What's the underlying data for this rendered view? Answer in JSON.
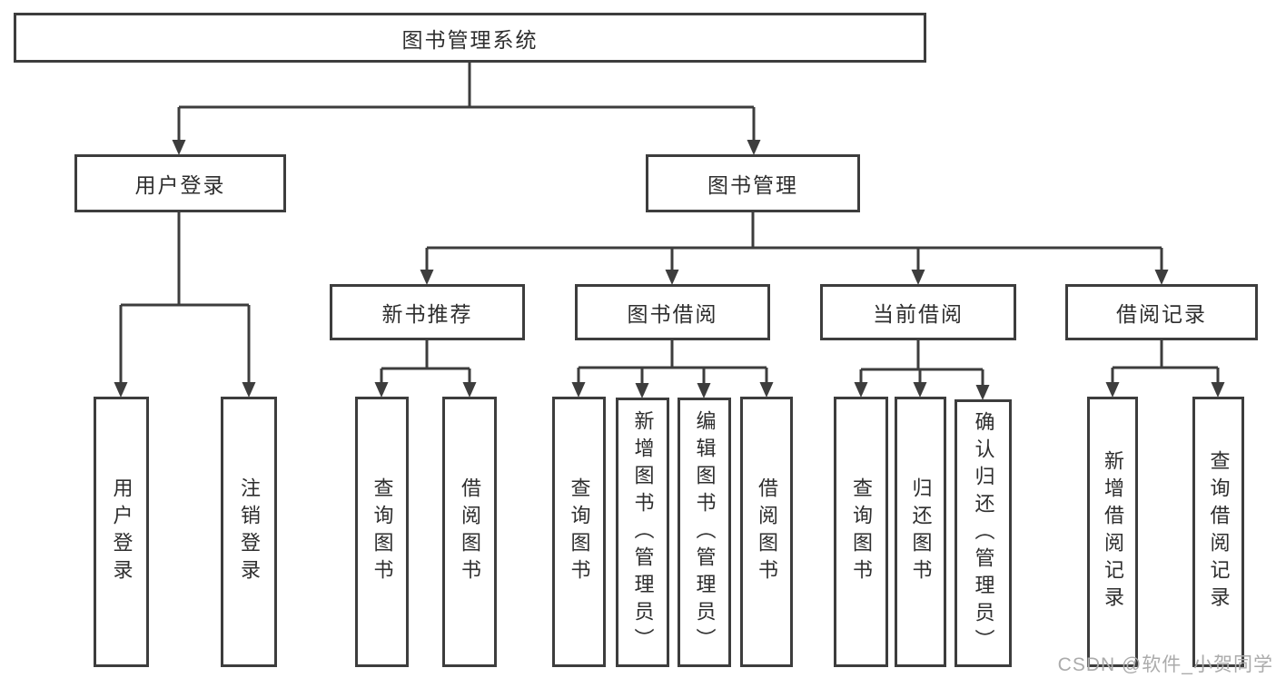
{
  "page": {
    "background": "#ffffff",
    "watermark": "CSDN @软件_小贺同学",
    "colors": {
      "line": "#3d3d3d",
      "box_border": "#3d3d3d",
      "text": "#2e2e2e",
      "watermark": "#ababab"
    }
  },
  "tree": {
    "root": {
      "label": "图书管理系统",
      "children": [
        {
          "label": "用户登录",
          "children": [
            {
              "label": "用户登录"
            },
            {
              "label": "注销登录"
            }
          ]
        },
        {
          "label": "图书管理",
          "children": [
            {
              "label": "新书推荐",
              "children": [
                {
                  "label": "查询图书"
                },
                {
                  "label": "借阅图书"
                }
              ]
            },
            {
              "label": "图书借阅",
              "children": [
                {
                  "label": "查询图书"
                },
                {
                  "label": "新增图书（管理员）"
                },
                {
                  "label": "编辑图书（管理员）"
                },
                {
                  "label": "借阅图书"
                }
              ]
            },
            {
              "label": "当前借阅",
              "children": [
                {
                  "label": "查询图书"
                },
                {
                  "label": "归还图书"
                },
                {
                  "label": "确认归还（管理员）"
                }
              ]
            },
            {
              "label": "借阅记录",
              "children": [
                {
                  "label": "新增借阅记录"
                },
                {
                  "label": "查询借阅记录"
                }
              ]
            }
          ]
        }
      ]
    }
  }
}
